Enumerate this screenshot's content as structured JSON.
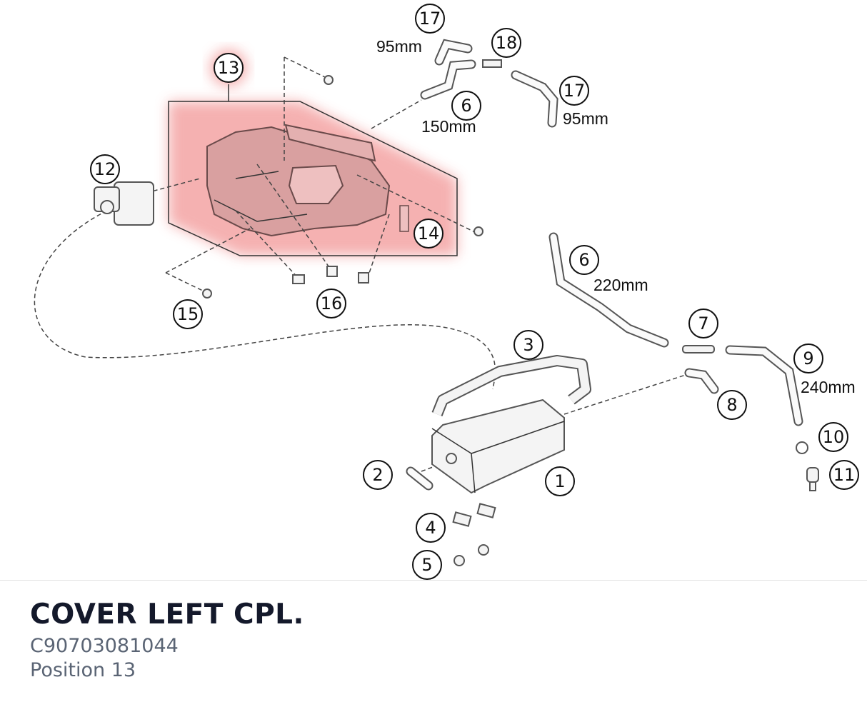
{
  "part": {
    "title": "COVER LEFT CPL.",
    "number": "C90703081044",
    "position": "Position 13"
  },
  "highlight_color": "#f4a9a9",
  "callouts": {
    "c1": "1",
    "c2": "2",
    "c3": "3",
    "c4": "4",
    "c5": "5",
    "c6a": "6",
    "c6b": "6",
    "c7": "7",
    "c8": "8",
    "c9": "9",
    "c10": "10",
    "c11": "11",
    "c12": "12",
    "c13": "13",
    "c14": "14",
    "c15": "15",
    "c16": "16",
    "c17a": "17",
    "c17b": "17",
    "c18": "18"
  },
  "dimensions": {
    "d17a": "95mm",
    "d17b": "95mm",
    "d6a": "150mm",
    "d6b": "220mm",
    "d9": "240mm"
  }
}
